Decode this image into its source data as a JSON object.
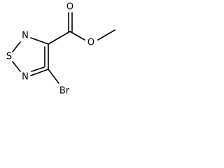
{
  "molecule": {
    "atoms": {
      "s1": "S",
      "n2": "N",
      "n5": "N",
      "o_carbonyl": "O",
      "o_ester": "O",
      "br": "Br"
    }
  }
}
